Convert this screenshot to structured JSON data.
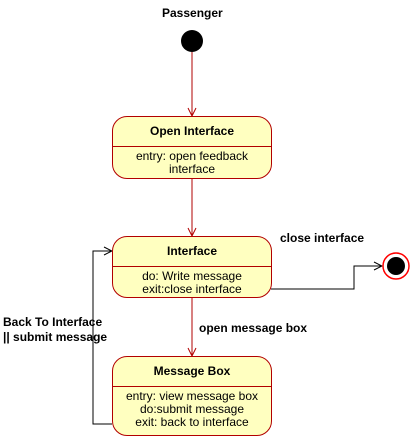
{
  "title": "Passenger",
  "states": [
    {
      "name": "Open Interface",
      "lines": [
        "entry: open feedback",
        "interface"
      ]
    },
    {
      "name": "Interface",
      "lines": [
        "do: Write message",
        "exit:close interface"
      ]
    },
    {
      "name": "Message Box",
      "lines": [
        "entry: view message box",
        "do:submit message",
        "exit: back to interface"
      ]
    }
  ],
  "transitions": {
    "close": "close interface",
    "open_box": "open message box",
    "back_line1": "Back To Interface",
    "back_line2": "|| submit message"
  },
  "colors": {
    "state_fill": "#ffffc0",
    "state_border": "#b20000",
    "arrow": "#b20000",
    "node": "#000000",
    "final_ring": "#ff0000"
  }
}
